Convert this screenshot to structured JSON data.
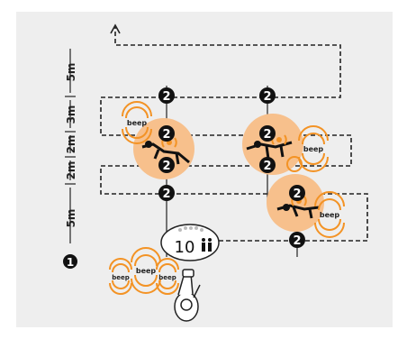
{
  "diagram": {
    "scale_labels": [
      "5m",
      "2m",
      "2m",
      "3m",
      "5m"
    ],
    "step_number": "1",
    "marker_number": "2",
    "beep_label": "beep",
    "device_count": "10",
    "colors": {
      "orange": "#f39325",
      "victim_fill": "#f7c08c",
      "path": "#222222",
      "background": "#eeeeee"
    }
  }
}
